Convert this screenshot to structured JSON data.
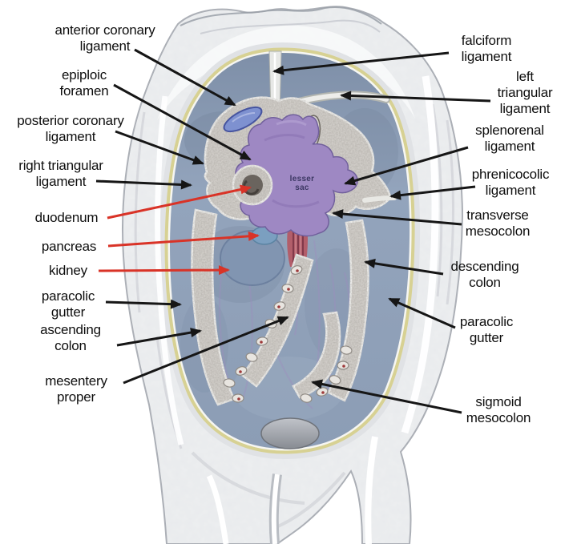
{
  "labels": {
    "left": {
      "anterior_coronary_ligament": "anterior coronary\nligament",
      "epiploic_foramen": "epiploic\nforamen",
      "posterior_coronary_ligament": "posterior coronary\nligament",
      "right_triangular_ligament": "right triangular\nligament",
      "duodenum": "duodenum",
      "pancreas": "pancreas",
      "kidney": "kidney",
      "paracolic_gutter": "paracolic\ngutter",
      "ascending_colon": "ascending\ncolon",
      "mesentery_proper": "mesentery\nproper"
    },
    "right": {
      "falciform_ligament": "falciform\nligament",
      "left_triangular_ligament": "left triangular\nligament",
      "splenorenal_ligament": "splenorenal\nligament",
      "phrenicocolic_ligament": "phrenicocolic\nligament",
      "transverse_mesocolon": "transverse\nmesocolon",
      "descending_colon": "descending\ncolon",
      "paracolic_gutter": "paracolic\ngutter",
      "sigmoid_mesocolon": "sigmoid\nmesocolon"
    },
    "center": {
      "lesser_sac": "lesser\nsac"
    }
  },
  "colors": {
    "arrow_black": "#161616",
    "arrow_red": "#d93327",
    "cavity_blue": "#93a4bc",
    "cavity_blue_dark": "#7e8fa8",
    "lesser_sac_purple": "#9e88c3",
    "fascia_yellow": "#d7d193",
    "wall_gray": "#e0e2e5",
    "body_gray": "#edeff1",
    "stipple_gray": "#d9d6d1",
    "bowel_oval_blue": "#7e91d0",
    "vessel_red": "#b25e6a",
    "kidney_blue": "#8095b1",
    "bladder_gray": "#a0a4ab",
    "label_text": "#0e0e0e",
    "lesser_sac_text": "#3c3763"
  }
}
